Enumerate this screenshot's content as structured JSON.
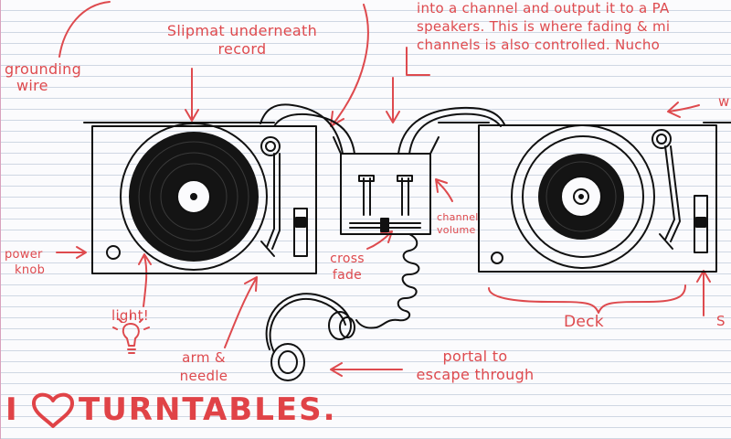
{
  "notes": {
    "mixer_description_line1": "into a channel and output it to a PA",
    "mixer_description_line2": "speakers. This is where fading & mi",
    "mixer_description_line3": "channels is also controlled. Nucho",
    "slipmat_line1": "Slipmat underneath",
    "slipmat_line2": "record",
    "grounding_line1": "grounding",
    "grounding_line2": "wire",
    "power_line1": "power",
    "power_line2": "knob",
    "light": "light!",
    "arm_line1": "arm &",
    "arm_line2": "needle",
    "crossfade_line1": "cross",
    "crossfade_line2": "fade",
    "channel_line1": "channel",
    "channel_line2": "volume",
    "deck": "Deck",
    "portal_line1": "portal to",
    "portal_line2": "escape through",
    "edge_top_right": "w",
    "edge_bottom_right": "S"
  },
  "headline": {
    "prefix": "I",
    "suffix": "TURNTABLES."
  },
  "colors": {
    "ink": "#111111",
    "red_ink": "#de4a4e",
    "paper_line": "#cfd7e3",
    "margin_line": "#d9a2bd"
  }
}
